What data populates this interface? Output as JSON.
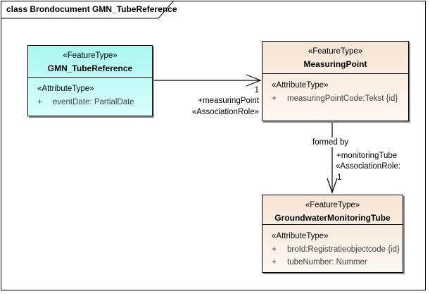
{
  "frame": {
    "title": "class Brondocument GMN_TubeReference"
  },
  "classes": [
    {
      "stereotype": "«FeatureType»",
      "name": "GMN_TubeReference",
      "attr_stereotype": "«AttributeType»",
      "attributes": [
        {
          "visibility": "+",
          "text": "eventDate: PartialDate"
        }
      ]
    },
    {
      "stereotype": "«FeatureType»",
      "name": "MeasuringPoint",
      "attr_stereotype": "«AttributeType»",
      "attributes": [
        {
          "visibility": "+",
          "text": "measuringPointCode:Tekst {id}"
        }
      ]
    },
    {
      "stereotype": "«FeatureType»",
      "name": "GroundwaterMonitoringTube",
      "attr_stereotype": "«AttributeType»",
      "attributes": [
        {
          "visibility": "+",
          "text": "broId:Registratieobjectcode {id}"
        },
        {
          "visibility": "+",
          "text": "tubeNumber: Nummer"
        }
      ]
    }
  ],
  "associations": [
    {
      "source": "GMN_TubeReference",
      "target": "MeasuringPoint",
      "multiplicity": "1",
      "role": "+measuringPoint",
      "stereotype": "«AssociationRole»"
    },
    {
      "source": "MeasuringPoint",
      "target": "GroundwaterMonitoringTube",
      "name": "formed by",
      "role": "+monitoringTube",
      "stereotype": "«AssociationRole:",
      "multiplicity": "1"
    }
  ],
  "colors": {
    "border": "#000000",
    "shadow": "#8c8c8c",
    "cyan_top": "#a9f8f0",
    "cyan_bottom": "#d8ffff",
    "tan_top": "#f8e5d4",
    "tan_bottom": "#fdf8f2",
    "attr_text": "#3f3f3f",
    "line": "#000000"
  }
}
